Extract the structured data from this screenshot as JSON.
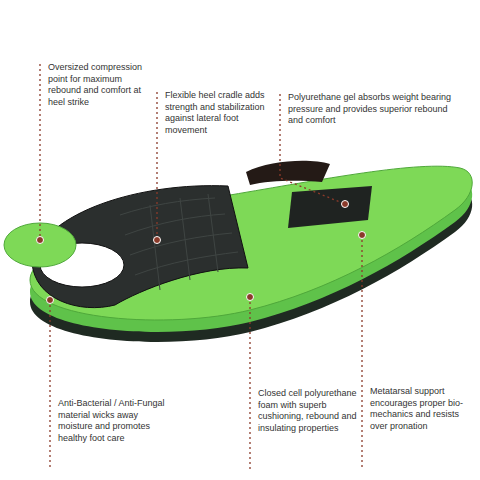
{
  "diagram": {
    "labels": [
      "Oversized compression point for maximum rebound and comfort at heel strike",
      "Flexible heel cradle adds strength and stabilization against lateral foot movement",
      "Polyurethane gel absorbs weight bearing pressure and provides superior rebound and comfort",
      "Anti-Bacterial / Anti-Fungal material wicks away moisture and promotes healthy foot care",
      "Closed cell polyurethane foam with superb cushioning, rebound and insulating properties",
      "Metatarsal support encourages proper bio-mechanics and resists over pronation"
    ]
  }
}
